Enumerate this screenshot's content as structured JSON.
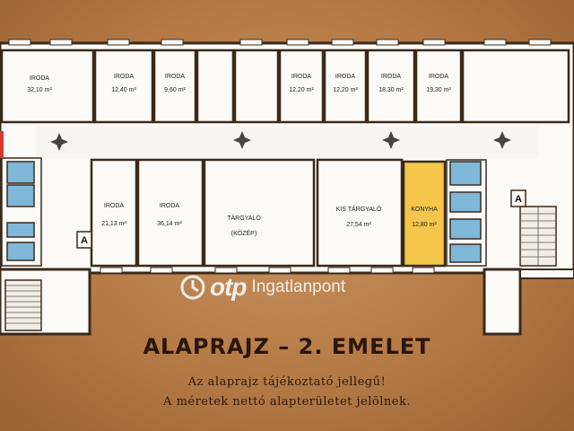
{
  "title": "ALAPRAJZ – 2. EMELET",
  "notes": [
    "Az alaprajz tájékoztató jellegű!",
    "A méretek nettó alapterületet jelölnek."
  ],
  "watermark": {
    "brand": "otp",
    "tagline": "Ingatlanpont"
  },
  "stair_marker": "A",
  "rooms": {
    "r1": {
      "label": "IRODA",
      "area": "32,10 m²"
    },
    "r2": {
      "label": "IRODA",
      "area": "12,40 m²"
    },
    "r3": {
      "label": "IRODA",
      "area": "9,60 m²"
    },
    "r4": {
      "label": "IRODA",
      "area": "12,20 m²"
    },
    "r5": {
      "label": "IRODA",
      "area": "12,20 m²"
    },
    "r6": {
      "label": "IRODA",
      "area": "18,30 m²"
    },
    "r7": {
      "label": "IRODA",
      "area": "19,30 m²"
    },
    "r8": {
      "label": "IRODA",
      "area": "21,13 m²"
    },
    "r9": {
      "label": "IRODA",
      "area": "36,14 m²"
    },
    "r10": {
      "label": "TÁRGYALÓ",
      "area": "(KÖZÉP)"
    },
    "r11": {
      "label": "KIS TÁRGYALÓ",
      "area": "27,54 m²"
    },
    "r12": {
      "label": "KONYHA",
      "area": "12,80 m²"
    }
  },
  "colors": {
    "kitchen": "#f4c64a",
    "restroom": "#7fb7d9",
    "walls": "#3a2a1c",
    "floor": "#ffffff"
  }
}
